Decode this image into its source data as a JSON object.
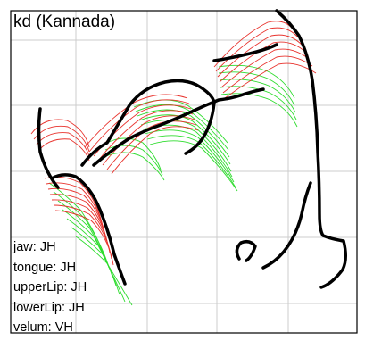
{
  "title": "kd (Kannada)",
  "articulators": [
    {
      "label": "jaw: JH"
    },
    {
      "label": "tongue: JH"
    },
    {
      "label": "upperLip: JH"
    },
    {
      "label": "lowerLip: JH"
    },
    {
      "label": "velum: VH"
    }
  ],
  "colors": {
    "background": "#ffffff",
    "frame": "#000000",
    "grid": "#c8c8c8",
    "contour": "#000000",
    "trajectory_red": "#e8322c",
    "trajectory_green": "#2edc2e"
  },
  "grid": true
}
